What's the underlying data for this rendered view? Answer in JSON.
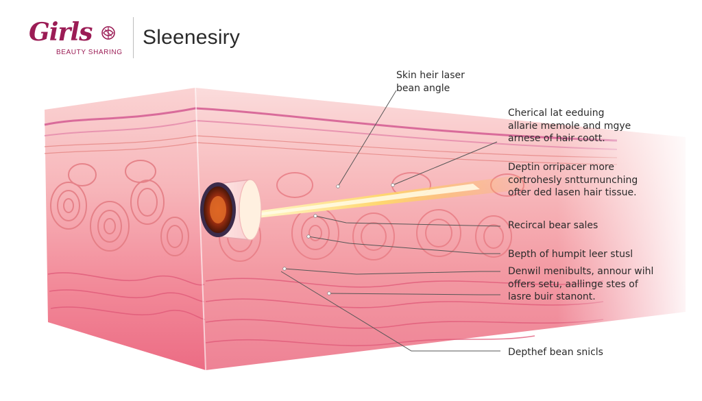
{
  "brand": {
    "name": "Girls",
    "tagline": "BEAUTY SHARING",
    "color": "#9b1c55"
  },
  "header": {
    "title": "Sleenesiry"
  },
  "diagram": {
    "labels": [
      {
        "lines": [
          "Skin heir laser",
          "bean angle"
        ]
      },
      {
        "lines": [
          "Cherical lat eeduing",
          "allarie memole and mgye",
          "arnese of hair coott."
        ]
      },
      {
        "lines": [
          "Deptin orripacer more",
          "cortrohesly sntturnunching",
          "ofter ded lasen hair tissue."
        ]
      },
      {
        "lines": [
          "Recircal bear sales"
        ]
      },
      {
        "lines": [
          "Bepth of humpit leer stusl"
        ]
      },
      {
        "lines": [
          "Denwil menibults, annour wihl",
          "offers setu, aallinge stes of",
          "lasre buir stanont."
        ]
      },
      {
        "lines": [
          "Depthef bean snicls"
        ]
      }
    ],
    "colors": {
      "epidermis": "#f7c3c5",
      "dermis": "#f49ea4",
      "deep": "#ea6f84",
      "beam": "#ffd873",
      "leader": "#555555"
    }
  }
}
